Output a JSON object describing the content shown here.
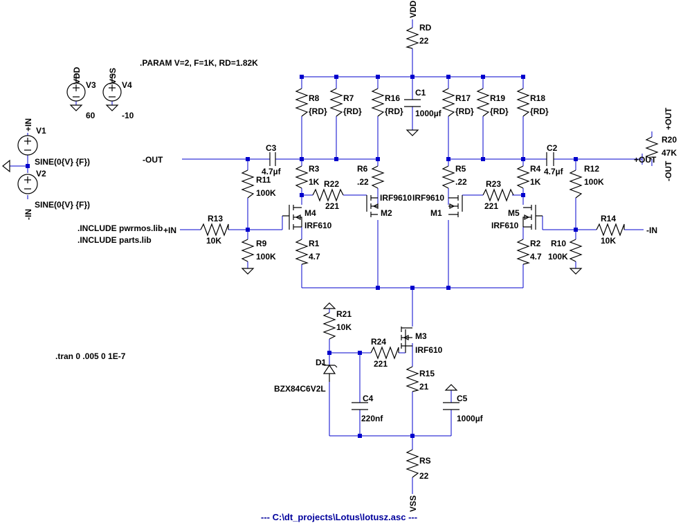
{
  "directives": {
    "param": ".PARAM V=2, F=1K, RD=1.82K",
    "include_pwrmos": ".INCLUDE pwrmos.lib",
    "include_parts": ".INCLUDE parts.lib",
    "tran": ".tran 0 .005 0 1E-7"
  },
  "footer": "---  C:\\dt_projects\\Lotus\\lotusz.asc  ---",
  "nets": {
    "vdd": "VDD",
    "vss": "VSS",
    "pos_in": "+IN",
    "neg_in": "-IN",
    "neg_out": "-OUT",
    "pos_out": "+OUT"
  },
  "sources": [
    {
      "name": "V3",
      "value": "60"
    },
    {
      "name": "V4",
      "value": "-10"
    },
    {
      "name": "V1",
      "value": "SINE(0{V} {F})"
    },
    {
      "name": "V2",
      "value": "SINE(0{V} {F})"
    }
  ],
  "resistors": [
    {
      "name": "RD",
      "value": "22"
    },
    {
      "name": "R8",
      "value": "{RD}"
    },
    {
      "name": "R7",
      "value": "{RD}"
    },
    {
      "name": "R16",
      "value": "{RD}"
    },
    {
      "name": "R17",
      "value": "{RD}"
    },
    {
      "name": "R19",
      "value": "{RD}"
    },
    {
      "name": "R18",
      "value": "{RD}"
    },
    {
      "name": "R3",
      "value": "1K"
    },
    {
      "name": "R22",
      "value": "221"
    },
    {
      "name": "R6",
      "value": ".22"
    },
    {
      "name": "R5",
      "value": ".22"
    },
    {
      "name": "R23",
      "value": "221"
    },
    {
      "name": "R4",
      "value": "1K"
    },
    {
      "name": "R11",
      "value": "100K"
    },
    {
      "name": "R12",
      "value": "100K"
    },
    {
      "name": "R13",
      "value": "10K"
    },
    {
      "name": "R14",
      "value": "10K"
    },
    {
      "name": "R9",
      "value": "100K"
    },
    {
      "name": "R10",
      "value": "100K"
    },
    {
      "name": "R1",
      "value": "4.7"
    },
    {
      "name": "R2",
      "value": "4.7"
    },
    {
      "name": "R20",
      "value": "47K"
    },
    {
      "name": "R21",
      "value": "10K"
    },
    {
      "name": "R24",
      "value": "221"
    },
    {
      "name": "R15",
      "value": "21"
    },
    {
      "name": "RS",
      "value": "22"
    }
  ],
  "capacitors": [
    {
      "name": "C1",
      "value": "1000µf"
    },
    {
      "name": "C2",
      "value": "4.7µf"
    },
    {
      "name": "C3",
      "value": "4.7µf"
    },
    {
      "name": "C4",
      "value": "220nf"
    },
    {
      "name": "C5",
      "value": "1000µf"
    }
  ],
  "transistors": [
    {
      "name": "M4",
      "model": "IRF610"
    },
    {
      "name": "M2",
      "model": "IRF9610"
    },
    {
      "name": "M1",
      "model": "IRF9610"
    },
    {
      "name": "M5",
      "model": "IRF610"
    },
    {
      "name": "M3",
      "model": "IRF610"
    }
  ],
  "diodes": [
    {
      "name": "D1",
      "model": "BZX84C6V2L"
    }
  ]
}
